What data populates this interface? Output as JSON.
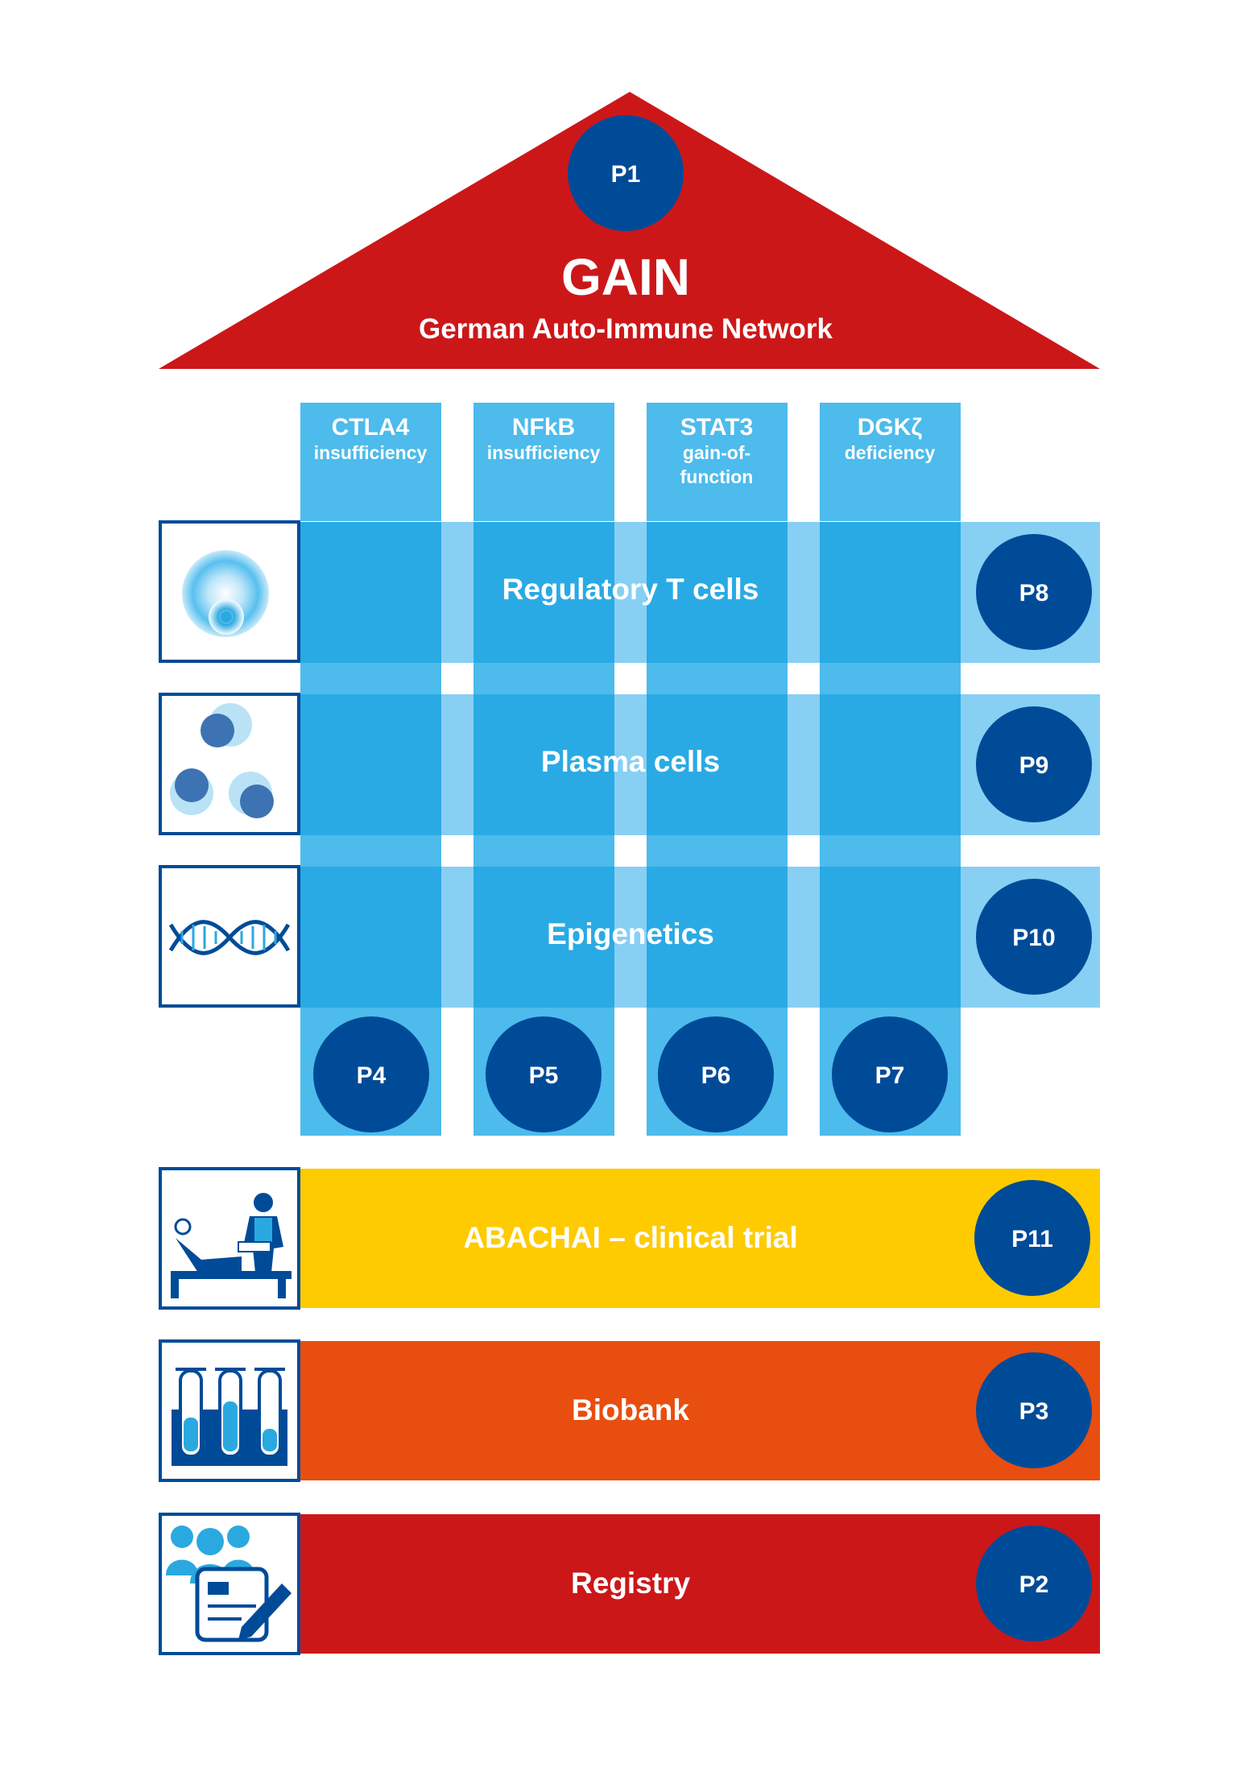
{
  "roof": {
    "node": "P1",
    "title": "GAIN",
    "subtitle": "German Auto-Immune Network",
    "color": "#cc1719"
  },
  "columns": [
    {
      "name": "CTLA4",
      "sub1": "insufficiency",
      "sub2": "",
      "node": "P4"
    },
    {
      "name": "NFkB",
      "sub1": "insufficiency",
      "sub2": "",
      "node": "P5"
    },
    {
      "name": "STAT3",
      "sub1": "gain-of-",
      "sub2": "function",
      "node": "P6"
    },
    {
      "name": "DGKζ",
      "sub1": "deficiency",
      "sub2": "",
      "node": "P7"
    }
  ],
  "rows": [
    {
      "label": "Regulatory T cells",
      "node": "P8",
      "icon": "cell-icon"
    },
    {
      "label": "Plasma cells",
      "node": "P9",
      "icon": "plasma-cells-icon"
    },
    {
      "label": "Epigenetics",
      "node": "P10",
      "icon": "dna-icon"
    }
  ],
  "bars": [
    {
      "label": "ABACHAI – clinical trial",
      "node": "P11",
      "icon": "clinical-trial-icon",
      "color": "#fecb00"
    },
    {
      "label": "Biobank",
      "node": "P3",
      "icon": "test-tubes-icon",
      "color": "#e84e0f"
    },
    {
      "label": "Registry",
      "node": "P2",
      "icon": "registry-icon",
      "color": "#cc1719"
    }
  ],
  "colors": {
    "light_blue": "#88cff4",
    "mid_blue": "#4dbbec",
    "strong_blue": "#2aaae4",
    "navy": "#004b98",
    "icon_blue": "#004b98",
    "icon_accent": "#2aa9e0"
  }
}
